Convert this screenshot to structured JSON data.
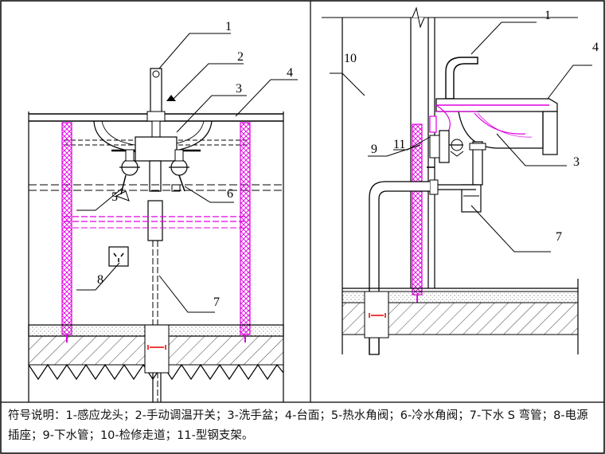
{
  "callouts_left": {
    "c1": "1",
    "c2": "2",
    "c3": "3",
    "c4": "4",
    "c5": "5",
    "c6": "6",
    "c7": "7",
    "c8": "8"
  },
  "callouts_right": {
    "c1": "1",
    "c3": "3",
    "c4": "4",
    "c7": "7",
    "c9": "9",
    "c10": "10",
    "c11": "11"
  },
  "legend": {
    "text": "符号说明：1-感应龙头；2-手动调温开关；3-洗手盆；4-台面；5-热水角阀；6-冷水角阀；7-下水 S 弯管；8-电源插座；9-下水管；10-检修走道；11-型钢支架。"
  },
  "colors": {
    "line": "#000000",
    "magenta": "#e000e0",
    "hatch": "#555555"
  }
}
